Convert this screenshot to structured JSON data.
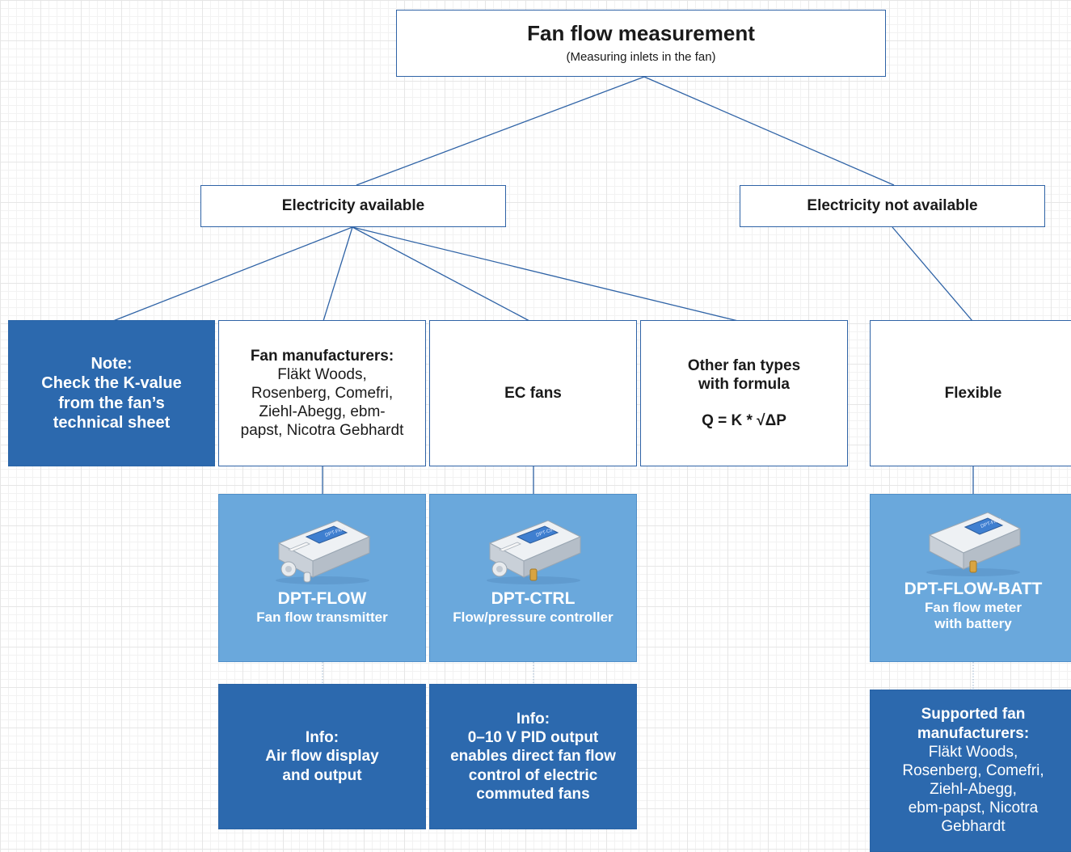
{
  "root": {
    "title": "Fan flow measurement",
    "subtitle": "(Measuring inlets in the fan)"
  },
  "branches": {
    "electricity": "Electricity available",
    "no_electricity": "Electricity not available"
  },
  "note": {
    "lines": [
      "Note:",
      "Check the K-value",
      "from the fan’s",
      "technical sheet"
    ]
  },
  "manufacturers": {
    "heading": "Fan manufacturers:",
    "lines": [
      "Fläkt Woods,",
      "Rosenberg, Comefri,",
      "Ziehl-Abegg, ebm-",
      "papst, Nicotra Gebhardt"
    ]
  },
  "ec_fans": {
    "label": "EC fans"
  },
  "other": {
    "lines": [
      "Other fan types",
      "with formula"
    ],
    "formula": "Q = K * √ΔP"
  },
  "flexible": {
    "label": "Flexible"
  },
  "products": [
    {
      "name": "DPT-FLOW",
      "desc": [
        "Fan flow transmitter"
      ],
      "screen_text": "DPT-Flow"
    },
    {
      "name": "DPT-CTRL",
      "desc": [
        "Flow/pressure controller"
      ],
      "screen_text": "DPT-Ctrl"
    },
    {
      "name": "DPT-FLOW-BATT",
      "desc": [
        "Fan flow meter",
        "with battery"
      ],
      "screen_text": "DPT-Flow"
    }
  ],
  "info": [
    {
      "lines": [
        "Info:",
        "Air flow display",
        "and output"
      ]
    },
    {
      "lines": [
        "Info:",
        "0–10 V PID output",
        "enables direct fan flow",
        "control of electric",
        "commuted fans"
      ]
    }
  ],
  "supported": {
    "heading": [
      "Supported fan",
      "manufacturers:"
    ],
    "lines": [
      "Fläkt Woods,",
      "Rosenberg, Comefri,",
      "Ziehl-Abegg,",
      "ebm-papst, Nicotra",
      "Gebhardt"
    ]
  },
  "colors": {
    "line": "#2f63a6",
    "dark_box": "#2c69ae",
    "light_box": "#6aa8dc",
    "white_box": "#ffffff"
  },
  "icons": [
    "pressure-transmitter-device-icon"
  ]
}
